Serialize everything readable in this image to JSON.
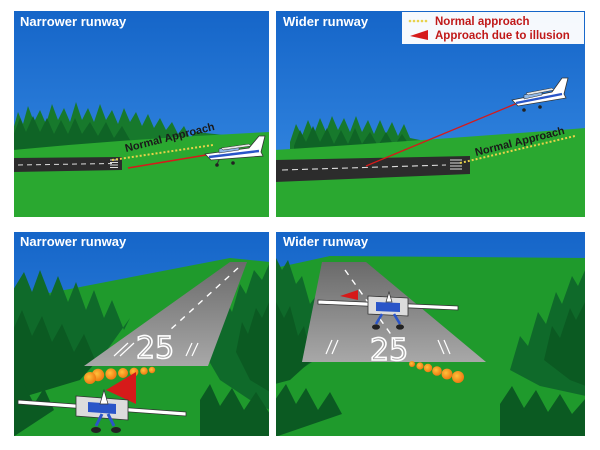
{
  "panels": {
    "top_left": {
      "title": "Narrower runway",
      "approach_label": "Normal Approach"
    },
    "top_right": {
      "title": "Wider runway",
      "approach_label": "Normal Approach"
    },
    "bottom_left": {
      "title": "Narrower runway",
      "runway_number": "25"
    },
    "bottom_right": {
      "title": "Wider runway",
      "runway_number": "25"
    }
  },
  "legend": {
    "normal": "Normal approach",
    "illusion": "Approach due to illusion"
  },
  "colors": {
    "sky": "#1f6fd0",
    "grass": "#27a82c",
    "tree_dark": "#0f6a2a",
    "normal_path": "#e8d24a",
    "illusion_path": "#d61a1a",
    "aircraft_stripe": "#2a55c8"
  }
}
